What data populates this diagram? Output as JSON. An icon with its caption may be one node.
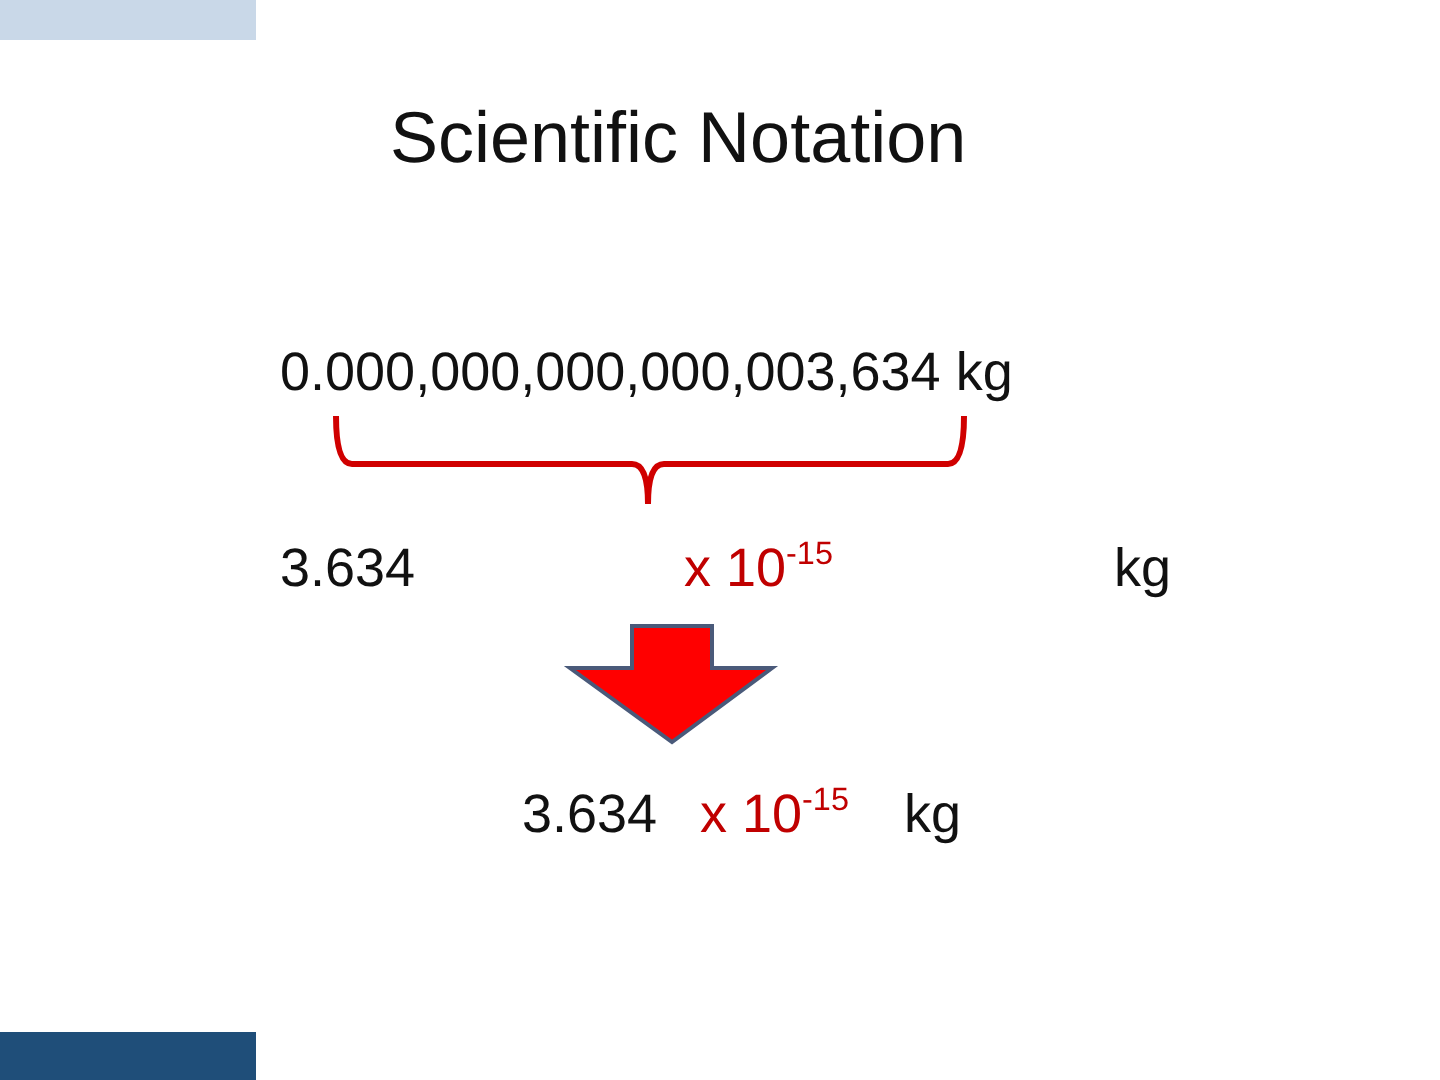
{
  "diagram": {
    "title": "Scientific Notation",
    "labels": [
      "0.000,000,000,000,003,634 kg",
      "3.634",
      "x 10$^{-15}$",
      "kg",
      "3.634",
      "x 10$^{-15}$",
      "kg"
    ]
  }
}
